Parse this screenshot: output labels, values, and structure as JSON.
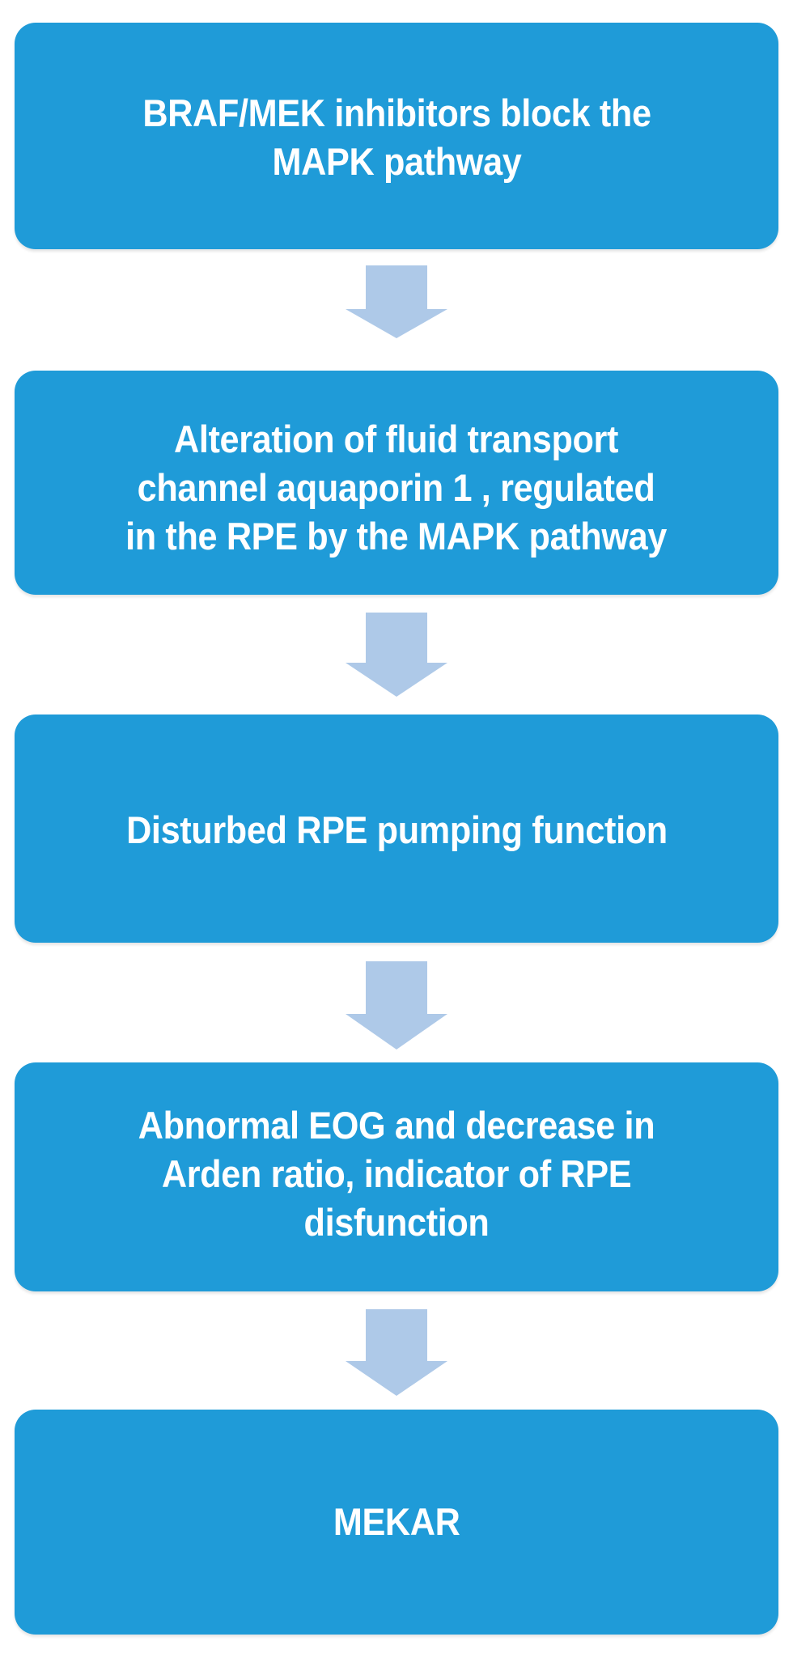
{
  "diagram": {
    "title": "MEKAR mechanism flowchart",
    "orientation": "vertical",
    "colors": {
      "node_fill": "#1f9bd8",
      "node_text": "#ffffff",
      "arrow_fill": "#aec9e8",
      "background": "#ffffff"
    },
    "nodes": [
      {
        "id": "node-0",
        "label": "BRAF/MEK inhibitors  block the\nMAPK pathway",
        "shape": "rounded-rectangle"
      },
      {
        "id": "node-1",
        "label": "Alteration of  fluid transport\nchannel aquaporin 1 , regulated\nin the RPE by the MAPK pathway",
        "shape": "rounded-rectangle"
      },
      {
        "id": "node-2",
        "label": "Disturbed RPE pumping function",
        "shape": "rounded-rectangle"
      },
      {
        "id": "node-3",
        "label": "Abnormal EOG and  decrease in\nArden ratio, indicator of RPE\ndisfunction",
        "shape": "rounded-rectangle"
      },
      {
        "id": "node-4",
        "label": "MEKAR",
        "shape": "rounded-rectangle"
      }
    ],
    "connectors": [
      {
        "id": "arrow-0",
        "from": "node-0",
        "to": "node-1",
        "icon": "arrow-down-icon"
      },
      {
        "id": "arrow-1",
        "from": "node-1",
        "to": "node-2",
        "icon": "arrow-down-icon"
      },
      {
        "id": "arrow-2",
        "from": "node-2",
        "to": "node-3",
        "icon": "arrow-down-icon"
      },
      {
        "id": "arrow-3",
        "from": "node-3",
        "to": "node-4",
        "icon": "arrow-down-icon"
      }
    ]
  }
}
